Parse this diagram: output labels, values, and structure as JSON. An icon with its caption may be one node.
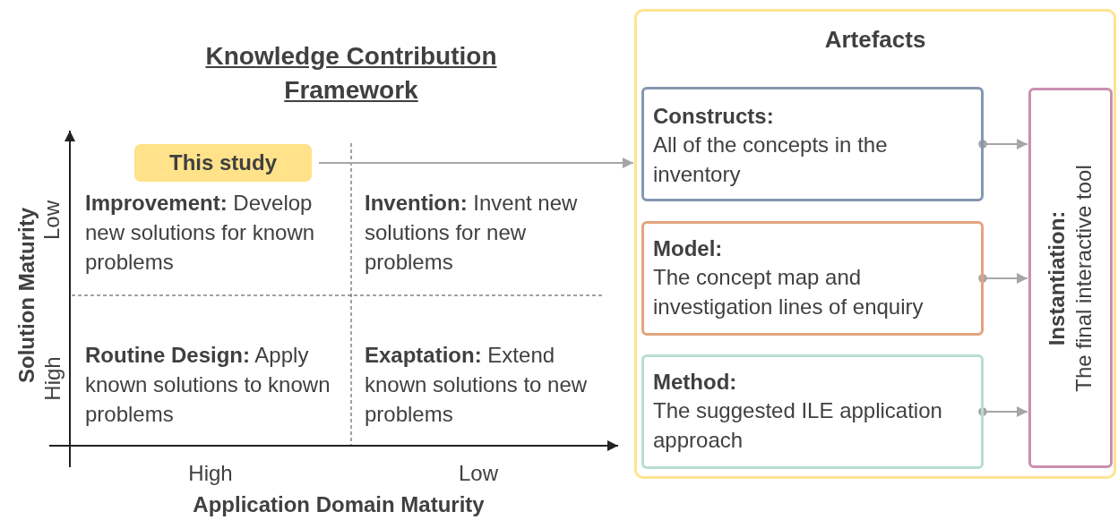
{
  "diagram": {
    "title": "Knowledge Contribution Framework",
    "nodes": [
      {
        "text": [
          "This study"
        ]
      },
      {
        "text": [
          "Artefacts"
        ]
      },
      {
        "text": [
          "Constructs:",
          "All of the concepts in the inventory"
        ],
        "in": 1
      },
      {
        "text": [
          "Model:",
          "The concept map and investigation lines of enquiry"
        ],
        "in": 1
      },
      {
        "text": [
          "Method:",
          "The suggested ILE application approach"
        ],
        "in": 1
      },
      {
        "text": [
          "Instantiation:",
          "The final interactive tool"
        ],
        "in": 1
      }
    ],
    "edges": [
      {
        "from": 0,
        "to": 1,
        "arrow": "to"
      },
      {
        "from": 2,
        "to": 5,
        "arrow": "to"
      },
      {
        "from": 3,
        "to": 5,
        "arrow": "to"
      },
      {
        "from": 4,
        "to": 5,
        "arrow": "to"
      }
    ],
    "labels": [
      "Low",
      "High",
      "Solution Maturity",
      "**Improvement:** Develop new solutions for known problems",
      "**Invention:** Invent new solutions for new problems",
      "**Routine Design:** Apply known solutions to known problems",
      "**Exaptation:** Extend known solutions to new problems",
      "High",
      "Low",
      "Application Domain Maturity"
    ]
  }
}
